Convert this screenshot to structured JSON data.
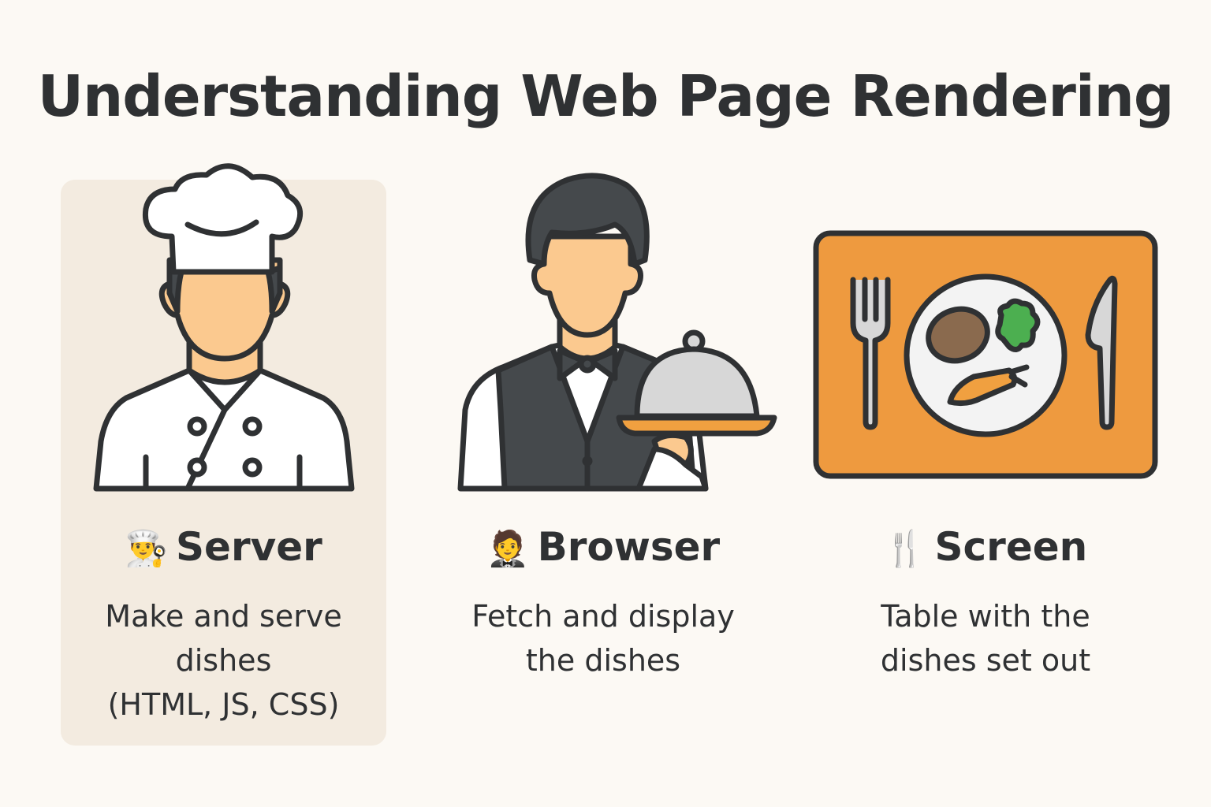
{
  "title": "Understanding Web Page Rendering",
  "columns": [
    {
      "id": "server",
      "emoji": "👨‍🍳",
      "label": "Server",
      "description_lines": [
        "Make and serve",
        "dishes",
        "(HTML, JS, CSS)"
      ],
      "icon": "chef-icon",
      "highlighted": true
    },
    {
      "id": "browser",
      "emoji": "🤵",
      "label": "Browser",
      "description_lines": [
        "Fetch and display",
        "the dishes"
      ],
      "icon": "waiter-icon",
      "highlighted": false
    },
    {
      "id": "screen",
      "emoji": "🍴",
      "label": "Screen",
      "description_lines": [
        "Table with the",
        "dishes set out"
      ],
      "icon": "place-setting-icon",
      "highlighted": false
    }
  ],
  "colors": {
    "background": "#fcf9f4",
    "card": "#f3ebe0",
    "outline": "#2f3133",
    "skin": "#fbc98f",
    "placemat": "#ee9a3f",
    "vest": "#45494c",
    "cloche": "#d7d7d7",
    "tray": "#f0a040"
  }
}
